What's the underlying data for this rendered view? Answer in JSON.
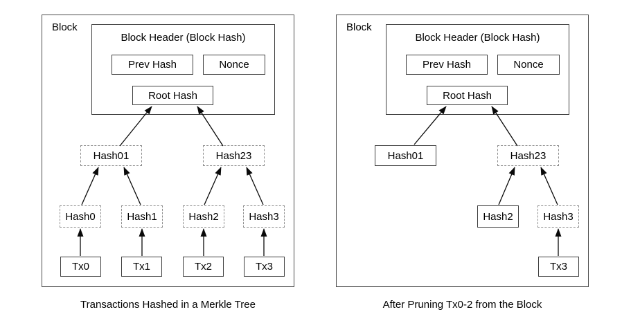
{
  "figure": {
    "left": {
      "block_label": "Block",
      "header_title": "Block Header (Block Hash)",
      "prev_hash_label": "Prev Hash",
      "nonce_label": "Nonce",
      "root_hash_label": "Root Hash",
      "hash01_label": "Hash01",
      "hash23_label": "Hash23",
      "hash0_label": "Hash0",
      "hash1_label": "Hash1",
      "hash2_label": "Hash2",
      "hash3_label": "Hash3",
      "tx0_label": "Tx0",
      "tx1_label": "Tx1",
      "tx2_label": "Tx2",
      "tx3_label": "Tx3",
      "caption": "Transactions Hashed in a Merkle Tree"
    },
    "right": {
      "block_label": "Block",
      "header_title": "Block Header (Block Hash)",
      "prev_hash_label": "Prev Hash",
      "nonce_label": "Nonce",
      "root_hash_label": "Root Hash",
      "hash01_label": "Hash01",
      "hash23_label": "Hash23",
      "hash2_label": "Hash2",
      "hash3_label": "Hash3",
      "tx3_label": "Tx3",
      "caption": "After Pruning Tx0-2 from the Block"
    },
    "colors": {
      "line": "#0a0a0a",
      "solid_border": "#3d3d3d",
      "dashed_border": "#8c8c8c",
      "background": "#ffffff",
      "text": "#000000"
    }
  }
}
